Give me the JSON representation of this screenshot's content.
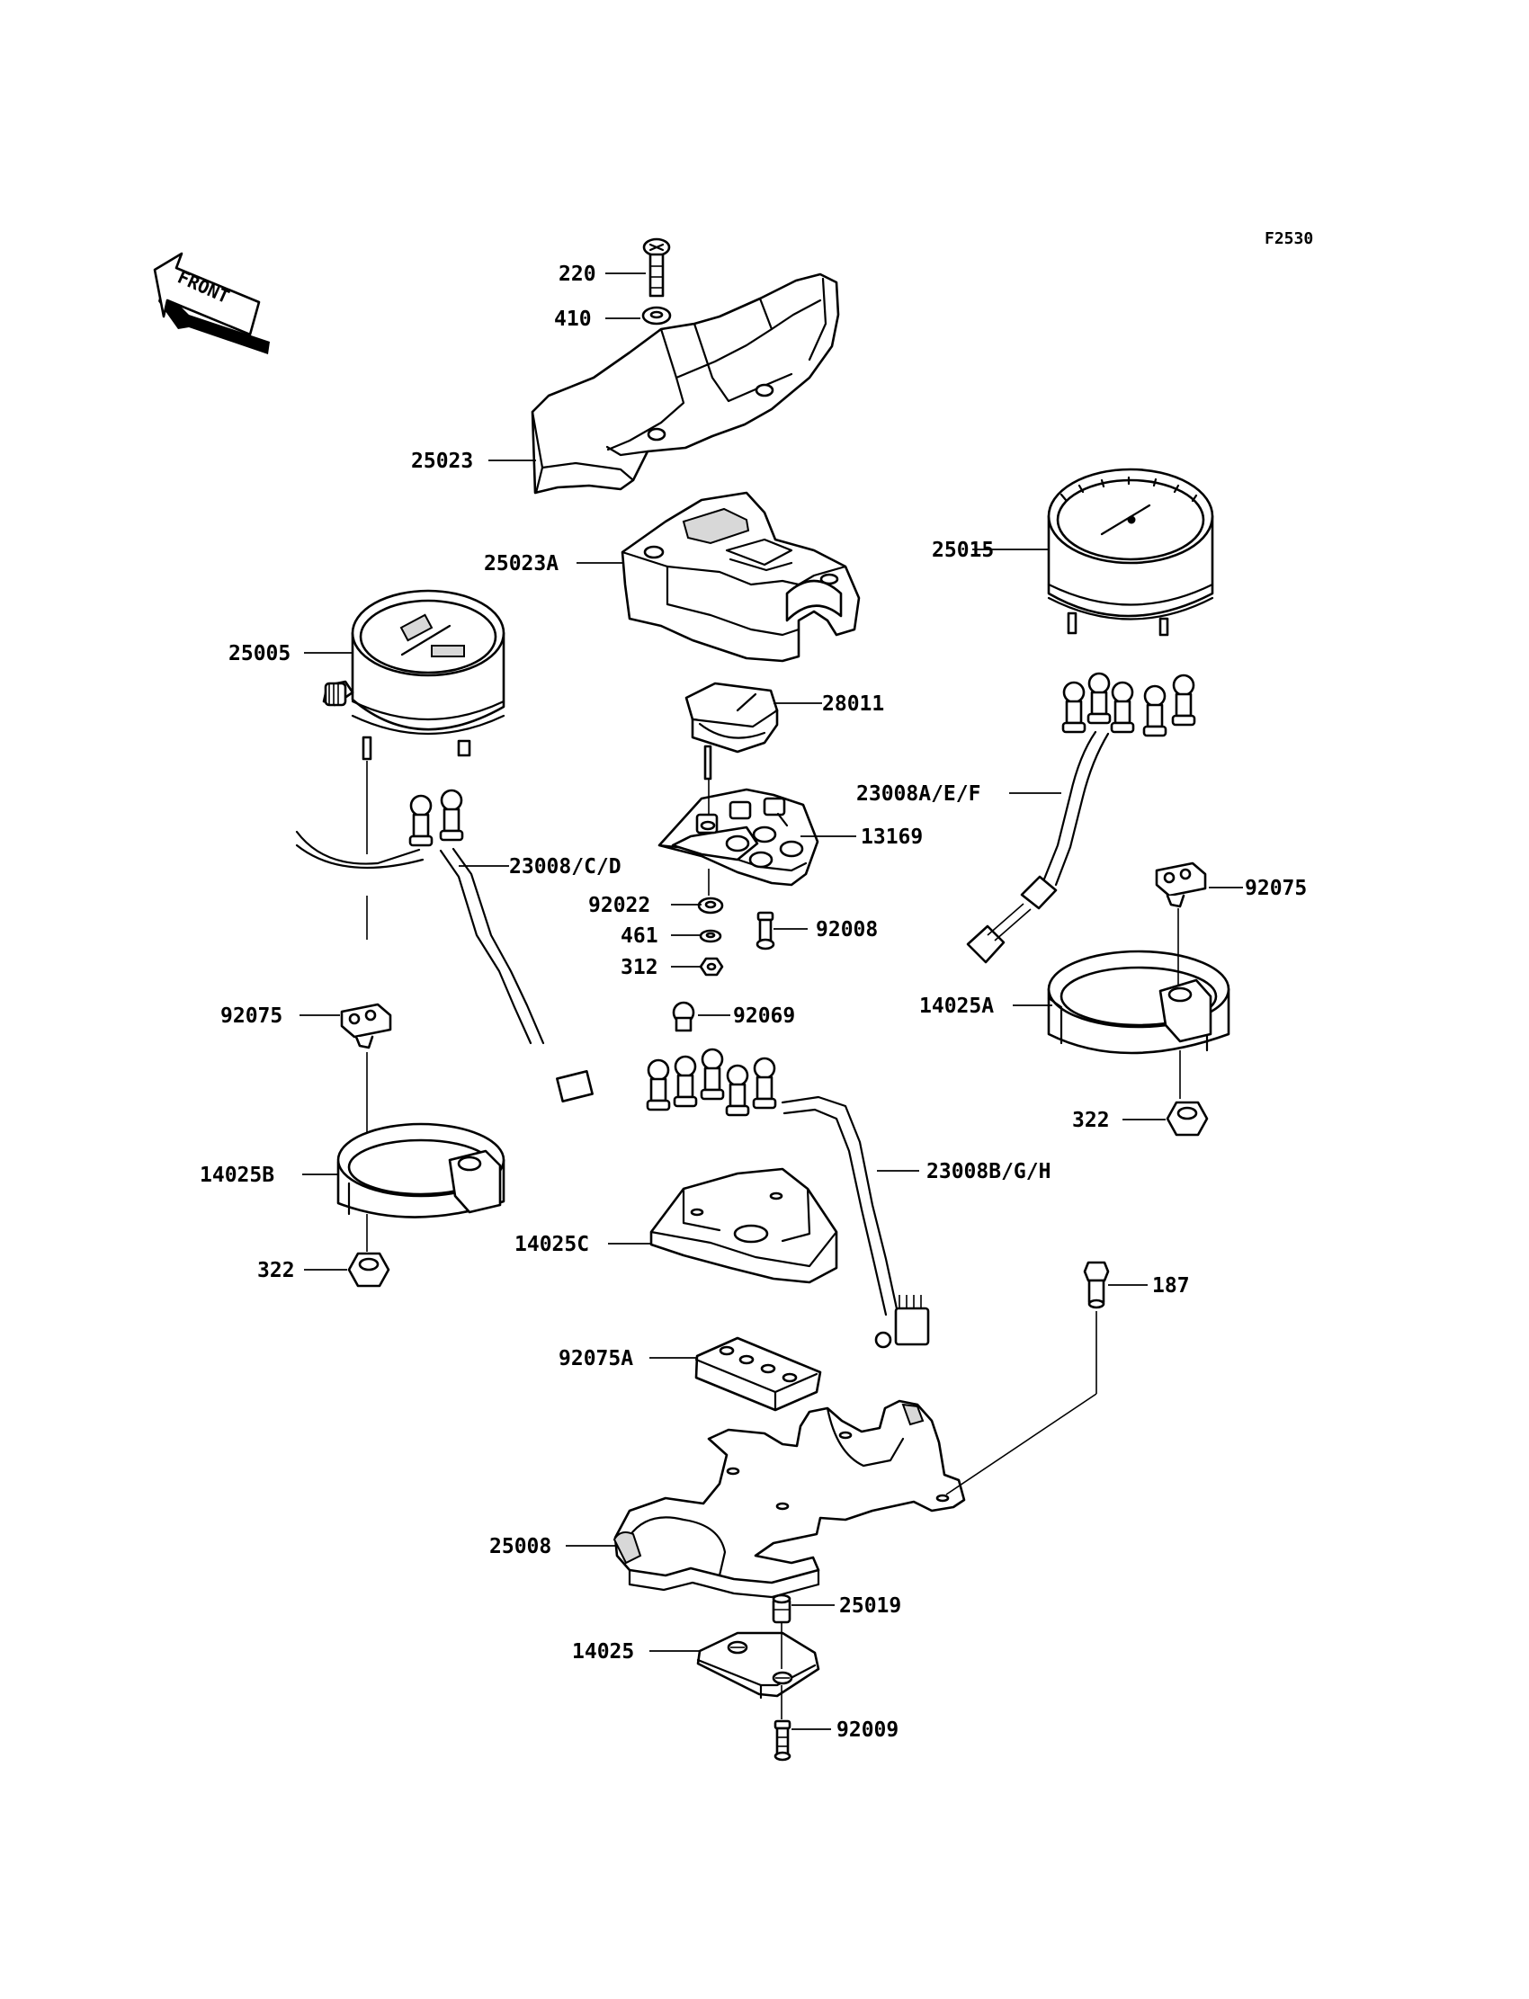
{
  "figure_code": "F2530",
  "front_label": "FRONT",
  "labels": {
    "p220": "220",
    "p410": "410",
    "p25023": "25023",
    "p25023A": "25023A",
    "p25015": "25015",
    "p25005": "25005",
    "p28011": "28011",
    "p23008AEF": "23008A/E/F",
    "p13169": "13169",
    "p23008CD": "23008/C/D",
    "p92075_r": "92075",
    "p92022": "92022",
    "p92008": "92008",
    "p461": "461",
    "p312": "312",
    "p14025A": "14025A",
    "p92075_l": "92075",
    "p92069": "92069",
    "p322_r": "322",
    "p14025B": "14025B",
    "p23008BGH": "23008B/G/H",
    "p14025C": "14025C",
    "p322_l": "322",
    "p187": "187",
    "p92075A": "92075A",
    "p25008": "25008",
    "p25019": "25019",
    "p14025": "14025",
    "p92009": "92009"
  }
}
